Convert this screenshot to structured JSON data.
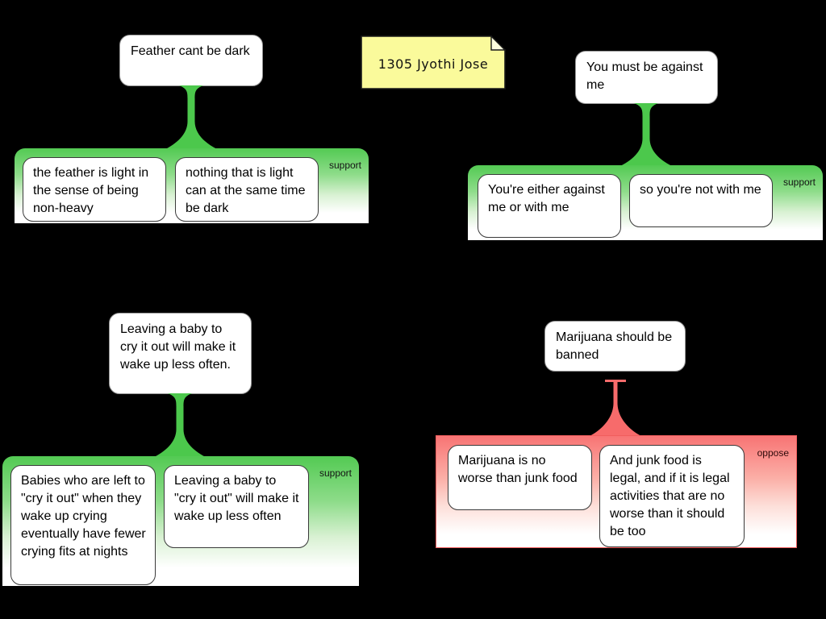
{
  "note": {
    "text": "1305 Jyothi Jose"
  },
  "colors": {
    "background": "#000000",
    "support_green": "#53ca53",
    "support_stem": "#4cc84c",
    "oppose_red": "#f87474",
    "oppose_stem": "#f76b6b",
    "oppose_border": "#f15e5e",
    "note_yellow": "#fafa9b"
  },
  "maps": [
    {
      "claim": "Feather cant be dark",
      "relation": "support",
      "premises": [
        "the feather is light in the sense of being non-heavy",
        "nothing that is light can at the same time be dark"
      ]
    },
    {
      "claim": "You must be against me",
      "relation": "support",
      "premises": [
        "You're either against me or with me",
        "so you're not with me"
      ]
    },
    {
      "claim": "Leaving a baby to cry it out will make it wake up less often.",
      "relation": "support",
      "premises": [
        "Babies who are left to \"cry it out\" when they wake up crying eventually have fewer crying fits at nights",
        "Leaving a baby to \"cry it out\" will make it wake up less often"
      ]
    },
    {
      "claim": "Marijuana should be banned",
      "relation": "oppose",
      "premises": [
        "Marijuana is no worse than junk food",
        "And junk food is legal, and if it is legal activities that are no worse than it should be too"
      ]
    }
  ]
}
